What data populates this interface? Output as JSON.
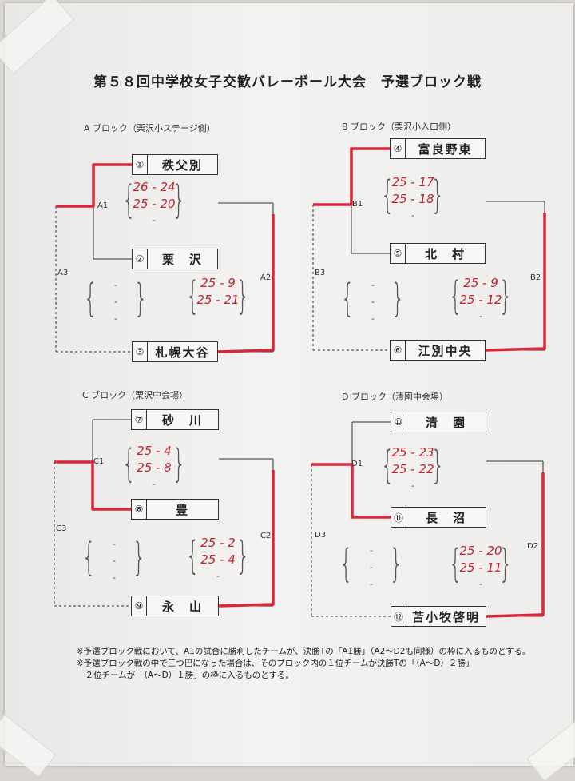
{
  "title": "第５８回中学校女子交歓バレーボール大会　予選ブロック戦",
  "blocks": [
    {
      "label": "A ブロック（栗沢小ステージ側）",
      "teams": [
        {
          "num": "①",
          "name": "秩父別"
        },
        {
          "num": "②",
          "name": "栗　沢"
        },
        {
          "num": "③",
          "name": "札幌大谷"
        }
      ],
      "matches": {
        "m1": "A1",
        "m2": "A2",
        "m3": "A3"
      },
      "scores": {
        "m1": [
          "26 - 24",
          "25 - 20",
          "-"
        ],
        "m2": [
          "25 - 9",
          "25 - 21"
        ],
        "m3": [
          "-",
          "-",
          "-"
        ]
      }
    },
    {
      "label": "B ブロック（栗沢小入口側）",
      "teams": [
        {
          "num": "④",
          "name": "富良野東"
        },
        {
          "num": "⑤",
          "name": "北　村"
        },
        {
          "num": "⑥",
          "name": "江別中央"
        }
      ],
      "matches": {
        "m1": "B1",
        "m2": "B2",
        "m3": "B3"
      },
      "scores": {
        "m1": [
          "25 - 17",
          "25 - 18",
          "-"
        ],
        "m2": [
          "25 - 9",
          "25 - 12",
          "-"
        ],
        "m3": [
          "-",
          "-",
          "-"
        ]
      }
    },
    {
      "label": "C ブロック（栗沢中会場）",
      "teams": [
        {
          "num": "⑦",
          "name": "砂　川"
        },
        {
          "num": "⑧",
          "name": "豊"
        },
        {
          "num": "⑨",
          "name": "永　山"
        }
      ],
      "matches": {
        "m1": "C1",
        "m2": "C2",
        "m3": "C3"
      },
      "scores": {
        "m1": [
          "25 - 4",
          "25 - 8",
          "-"
        ],
        "m2": [
          "25 - 2",
          "25 - 4",
          "-"
        ],
        "m3": [
          "-",
          "-",
          "-"
        ]
      }
    },
    {
      "label": "D ブロック（清園中会場）",
      "teams": [
        {
          "num": "⑩",
          "name": "清　園"
        },
        {
          "num": "⑪",
          "name": "長　沼"
        },
        {
          "num": "⑫",
          "name": "苫小牧啓明"
        }
      ],
      "matches": {
        "m1": "D1",
        "m2": "D2",
        "m3": "D3"
      },
      "scores": {
        "m1": [
          "25 - 23",
          "25 - 22",
          "-"
        ],
        "m2": [
          "25 - 20",
          "25 - 11",
          "-"
        ],
        "m3": [
          "-",
          "-",
          "-"
        ]
      }
    }
  ],
  "notes": [
    "※予選ブロック戦において、A1の試合に勝利したチームが、決勝Tの「A1勝」（A2〜D2も同様）の枠に入るものとする。",
    "※予選ブロック戦の中で三つ巴になった場合は、そのブロック内の１位チームが決勝Tの「（A〜D）２勝」",
    "　２位チームが「（A〜D）１勝」の枠に入るものとする。"
  ],
  "colors": {
    "marker": "#d6283a",
    "ink": "#222222"
  }
}
